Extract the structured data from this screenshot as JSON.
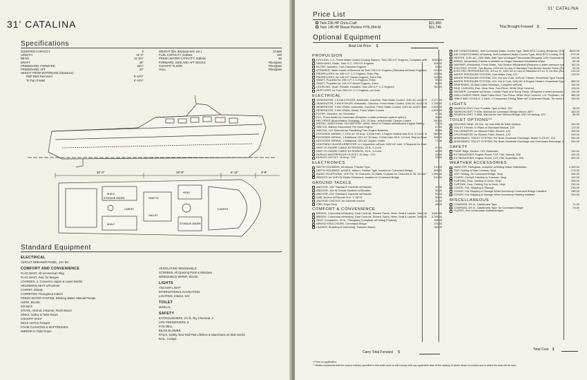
{
  "left_page": {
    "title": "31' CATALINA",
    "specs_heading": "Specifications",
    "specs_left": [
      {
        "label": "SLEEPING CAPACITY",
        "value": "6"
      },
      {
        "label": "LENGTH",
        "value": "31'-0\""
      },
      {
        "label": "BEAM",
        "value": "11'-6½\""
      },
      {
        "label": "DRAFT",
        "value": "28\""
      },
      {
        "label": "FREEBOARD, FORWARD",
        "value": "48½\""
      },
      {
        "label": "FREEBOARD, AFT",
        "value": "42\""
      },
      {
        "label": "HEIGHT FROM WATERLINE (clearance)",
        "value": ""
      },
      {
        "label": "With Mast Removed",
        "value": "8'-10½\""
      },
      {
        "label": "To Top of Mast",
        "value": "9'-10½\""
      }
    ],
    "specs_right": [
      {
        "label": "WEIGHT (lbs. displacement, est.)",
        "value": "10,980"
      },
      {
        "label": "FUEL CAPACITY, Gallons",
        "value": "150"
      },
      {
        "label": "FRESH-WATER CAPACITY, Gallons",
        "value": "50"
      },
      {
        "label": "FORWARD, SIDE AND AFT DECKS",
        "value": "Fiberglass"
      },
      {
        "label": "COCKPIT FLOOR",
        "value": "Fiberglass"
      },
      {
        "label": "HULL",
        "value": "Fiberglass"
      }
    ],
    "dims": [
      "22'-4\"",
      "10'-9\"",
      "6'-11\"",
      "2'-9\""
    ],
    "plan_labels": [
      "SHELF",
      "STORAGE UNDER",
      "DINETTE",
      "GALLEY",
      "CARPET",
      "HEAD",
      "V-BERTH",
      "STORAGE UNDER",
      "SHELF"
    ],
    "std_heading": "Standard Equipment",
    "std_col1": [
      {
        "cat": "ELECTRICAL"
      },
      {
        "item": "CIRCUIT BREAKER PANEL, 12V DC"
      },
      {
        "cat": "COMFORT AND CONVENIENCE"
      },
      {
        "item": "FLAG MAST, Aft w/American Flag"
      },
      {
        "item": "FLAG MAST, Fwd. for Burgee"
      },
      {
        "item": "LOUNGES, 2, Convert to Upper & Lower Berths"
      },
      {
        "item": "HELMSMAN SEAT w/Footrest"
      },
      {
        "item": "CARPET, Dinette"
      },
      {
        "item": "CARPETING Throughout Interior"
      },
      {
        "item": "FRESH WATER SYSTEM, Drinking Water, Manual Pumps"
      },
      {
        "item": "HORN, Electric"
      },
      {
        "item": "ICE BOX"
      },
      {
        "item": "STOVE, Alcohol, 2-Burner, Flush Mount"
      },
      {
        "item": "SINKS, Galley & Toilet Room"
      },
      {
        "item": "COCKPIT STEP"
      },
      {
        "item": "DECK HATCH forward"
      },
      {
        "item": "FOAM CUSHIONS & MATTRESSES"
      },
      {
        "item": "MIRROR in Toilet Room"
      }
    ],
    "std_col2": [
      {
        "item": "VENTILATING WINDSHIELD"
      },
      {
        "item": "SCREENS, All Opening Ports & Windows"
      },
      {
        "item": "WINDSHIELD WIPER, Electric"
      },
      {
        "cat": "LIGHTS"
      },
      {
        "item": "ANCHOR LIGHT"
      },
      {
        "item": "INTERNATIONAL NAVIGATION"
      },
      {
        "item": "LIGHTING, Interior, 12V"
      },
      {
        "cat": "TOILET"
      },
      {
        "item": "MANUAL"
      },
      {
        "cat": "SAFETY"
      },
      {
        "item": "EXTINGUISHERS, 2½ lb. Dry Chemical, 2"
      },
      {
        "item": "LIFE PRESERVERS, 6"
      },
      {
        "item": "FOG BELL"
      },
      {
        "item": "BILGE BLOWER"
      },
      {
        "item": "RAILS, Safety, Bow Rail Plus Lifelines & Stanchions on Side Decks"
      },
      {
        "item": "RAIL, Cockpit"
      }
    ]
  },
  "right_page": {
    "corner_title": "31' CATALINA",
    "price_list_heading": "Price List",
    "price_list": [
      {
        "label": "Twin 235 HP Chris-Craft",
        "price": "$21,900"
      },
      {
        "label": "Twin 145 HP Diesel Perkins HT6.354-M",
        "price": "$31,745"
      }
    ],
    "optional_heading": "Optional Equipment",
    "boat_list_price_label": "Boat List Price",
    "dollar": "$",
    "total_brought_forward_label": "Total Brought Forward",
    "carry_forward_label": "Carry Total Forward",
    "total_cost_label": "Total Cost",
    "footnote_1": "* Price on application.",
    "footnote_2": "** Dealer represents that the marine toilet(s) specified in this order does or will comply with any applicable laws of the state(s) in which dealer is located and in which the boat will be sold.",
    "col1": [
      {
        "cat": "PROPULSION"
      },
      {
        "t": "COOLING, C.C. Fresh Water Closed Cooling System, Twin 235 H.P. Engines, Complete w/Strainers and Seacocks",
        "p": "$783.00"
      },
      {
        "t": "SHIELDING, Radio, Twin C.C. 235 H.P. Engines",
        "p": "304.00"
      },
      {
        "t": "FILTER, Gasoline, Twin Gasoline Engines",
        "p": "93.00"
      },
      {
        "t": "STRAINER, Water Intake w/Seacock for Twin 235 H.P. Engines (Standard w/Diesel Engines)",
        "p": "129.00"
      },
      {
        "t": "PROPELLERS, for 235 H.P. C.C Engines, Extra Pair",
        "p": "125.00"
      },
      {
        "t": "PROPELLERS, for 145 H.P. Diesel Engines, Extra Pair",
        "p": "125.00"
      },
      {
        "t": "SHAFT, Propeller for 235 H.P. C.C Engines, Extra",
        "p": "56.00"
      },
      {
        "t": "SHAFT, Propeller for 145 H.P. Diesel Engines, Extra",
        "p": "58.00"
      },
      {
        "t": "COUPLING, Shaft, Flexible, Installed, Twin 235 H.P. C.C Engines",
        "p": "782.00"
      },
      {
        "t": "MUFFLERS, for Twin 235 H.P. C.C Engines, per boat",
        "p": "*"
      },
      {
        "cat": "ELECTRICAL"
      },
      {
        "t": "GENERATOR, 2.5 KW KOHLER, Automatic, Gasoline, Raw Water Cooled, 115V AC w/12V Starting & 1 Remote Start Station",
        "p": "2,277.00"
      },
      {
        "t": "GENERATOR, 4 KW KOHLER, Automatic, Gasoline, Fresh Water Cooled, 115V AC w/12V Starting & 1 Remote Start Station",
        "p": "2,706.00"
      },
      {
        "t": "GENERATOR, 3 KW ONAN, Automatic, Gasoline, Fresh Water Cooled, 115V AC w/12V Starting & 1 Remote Start Station",
        "p": "2,625.00"
      },
      {
        "t": "GENERATOR, 3 KW ONAN, Diesel, Fresh Water Cooled",
        "p": "2,995.00"
      },
      {
        "t": "FILTER, Gasoline, for Generator",
        "p": "47.00"
      },
      {
        "t": "FILL, Fresh Water for Generator (Requires a water pressure system option)",
        "p": "95.00"
      },
      {
        "t": "RECTIFIER (Boat Battery Charging), 12V, 20 Amp. w/Automatic Charge Control",
        "p": "250.00"
      },
      {
        "t": "INSTALL ADDITIONAL 12V BATTERY, 90AH, Wired in Parallel w/Starboard Engine Battery",
        "p": "71.00"
      },
      {
        "t": "SWITCH, Battery Disconnect, Per Each Engine",
        "p": "47.00"
      },
      {
        "t": "SWITCH, 12V Solenoid for Paralleling Twin Engine Batteries",
        "p": "95.00"
      },
      {
        "t": "DOCKSIDE WIRING, 1 115V AC 30 Amp. 3-Wire Inlet, 1 Duplex Outlets and 25 ft. 3-Cond. Ship-to-Shore Cable w/Adapter",
        "p": "385.00"
      },
      {
        "t": "DOCKSIDE WIRING, 1 Additional 115V AC 30 Amp. 3-Wire Inlet, 50 ft. 3-Cond. Ship-to-Shore Cable w/Adapter & 3-Place Selector Switch Panel",
        "p": "495.00"
      },
      {
        "t": "DOCKSIDE WIRING, 1 Additional 115V AC Duplex Outlet",
        "p": "71.00"
      },
      {
        "t": "LIGHTNING GUAGE ARRESTER, In Conjunction w/Dock 115V AC Inlet, 1 Required for Each Inlet System",
        "p": ""
      },
      {
        "t": "SHIP-TO-SHORE CABLE EXTENSION, 25 ft., 3-Cond.",
        "p": "27.00"
      },
      {
        "t": "SHIP-TO-SHORE CABLE EXTENSION, 50 ft., 3-Cond.",
        "p": "44.00"
      },
      {
        "t": "DUPLEX WATERPROOF OUTLET, 15 Amp., 12V",
        "p": "25.00"
      },
      {
        "t": "DUPLEX OUTLET, 15 Amp., 12V",
        "p": "23.00"
      },
      {
        "cat": "ELECTRONICS"
      },
      {
        "t": "DEPTH SOUNDER, 60 fathom, Flasher Type",
        "p": "170.00"
      },
      {
        "t": "DEPTH SOUNDER, w/180 ft. fathom, Flasher Type, located on Command Bridge",
        "p": "305.00"
      },
      {
        "t": "RADIO-TELEPHONE, VHF FM, 10 Channels, 25 Watts, Crystals for Channels 6, 16, 26 and Weather Monitor (Receive), Antenna",
        "p": "1,050.00"
      },
      {
        "t": "REMOTE for VHF-FM Radio-Telephone, located on Command Bridge",
        "p": "210.00"
      },
      {
        "cat": "GROUND TACKLE"
      },
      {
        "t": "ANCHOR, 13# \"Standard\" Danforth w/Shackle",
        "p": "31.00"
      },
      {
        "t": "ANCHOR, 12# Hi-Tensile Danforth w/Shackle",
        "p": "45.00"
      },
      {
        "t": "ANCHOR, 22# \"Standard\" Danforth w/Shackle",
        "p": "54.00"
      },
      {
        "t": "LINE, Anchor w/Thimble ½ in. X 150 ft.",
        "p": "50.00"
      },
      {
        "t": "ANCHOR CHOCKS, for Danforth Anchor",
        "p": "32.00"
      },
      {
        "t": "PIPE, Rope Deck",
        "p": "48.00"
      },
      {
        "cat": "COMFORT & CONVENIENCE"
      },
      {
        "t": "BRIDGE, Command w/Hardtop, Dual Controls, Electric Tachs, Helm. Seat & Ladder, Twin 145 H.P. Diesel Engines",
        "p": "3,690.00"
      },
      {
        "t": "BRIDGE, Command w/Hardtop, Dual Controls, Electric Tachs, Helm. Seat & Ladder, Twin 235 H.P. Engines",
        "p": "3,706.00"
      },
      {
        "t": "SEAT, Companion, 22 in., Fiberglass (Complete w/Folding Footrest)",
        "p": "155.00"
      },
      {
        "t": "BRIDGE ENCLOSURE, Command Bridge",
        "p": "175.00"
      },
      {
        "t": "LADDER, Boarding & Swimming, Transom Mount",
        "p": "145.00"
      }
    ],
    "col2": [
      {
        "t": "AIR CONDITIONING, Self-Contained Water-Cooled Type, 6500 BTU Cooling (Requires 115V Dockside Wiring and/or Generator Option)",
        "p": "$615.00"
      },
      {
        "t": "AIR CONDITIONING w/Heating, Self-Contained Water-Cooled Type, 6500 BTU Cooling, 5700 BTU Heating (Requires 115V Dockside Wiring and/or Generator Option)",
        "p": "670.00"
      },
      {
        "t": "HEATER, 115V AC, 1300 Watt, Wall Type w/Integral Thermostat (Requires 115V Dockside Wiring and/or Generator Option)",
        "p": "125.00"
      },
      {
        "t": "WIPER, Windshield, Electric in Addition to Single Standard Windshield Wiper",
        "p": "80.00"
      },
      {
        "t": "WASHER, Windshield, Fresh Water, Two Section Windshield (Requires a water pressure system option)",
        "p": "152.00"
      },
      {
        "t": "ELECTRIC STOVE, Two Burner, 115V AC In Lieu of Standard Two-Burner Alcohol Stove (Requires 115V Dockside Wiring and/or Generator Option)",
        "p": "52.00"
      },
      {
        "t": "ELECTRIC REFRIGERATOR, 4.5 cu. ft., 115V AC in Lieu of Standard 4.5 cu. ft. Ice Box (Requires 115V Dockside Wiring and/or Generator Option)",
        "p": "215.00"
      },
      {
        "t": "WATER PRESSURE SYSTEM, Cold Water Only, 12V",
        "p": "175.00"
      },
      {
        "t": "WATER PRESSURE SYSTEM, 12V, Hot and Cold, 115V AC Heater, Household Type Faucets, (Requires 115V Dockside Wiring and/or Generator Option)",
        "p": ""
      },
      {
        "t": "WATER PRESSURE SYSTEM, 12V, Hot & Cold, 115V AC & Engine Heated, Household Type Faucets (Requires 115V Dockside Wiring and/or Generator Option)",
        "p": "665.00"
      },
      {
        "t": "DRAPERIES, All Side Cabin Windows, Complete w/Rods",
        "p": "150.00"
      },
      {
        "t": "SEAT CUSHION, Fwd. Deck Seat, Two-Piece, White Vinyl Covered",
        "p": "133.00"
      },
      {
        "t": "SHOWER, Complete w/Curtain, Curtain Track and Sump Pump. (Requires a water pressure system option)",
        "p": "190.00"
      },
      {
        "t": "SUN-LOUNGE PADS, Main Cabin Roof, Two Piece, White Vinyl Covered, 1 in. Polyfoam, Complete w/Tie-Down Hardware",
        "p": "365.00"
      },
      {
        "t": "TABLE AND STOOLS, 1 Table, 2 Companion Dining Table w/2 Cushioned Stools, Tie-down Hardware for Table",
        "p": "345.00"
      },
      {
        "cat": "LIGHTS"
      },
      {
        "t": "SEARCHLIGHT, Fwd. Portable Type w/Jack, 12V",
        "p": "38.00"
      },
      {
        "t": "SEARCHLIGHT, ½ Mile, Manual for Command Bridge Mount, #877",
        "p": "163.00"
      },
      {
        "t": "SEARCHLIGHT, ½ Mile, Manual for Use Without Bridge, WD-14 hauling, 12V",
        "p": "85.00"
      },
      {
        "cat": "TOILET OPTIONS**"
      },
      {
        "t": "HOLDING TANK, 26 Gal., for Use With All Toilet Options",
        "p": "410.00"
      },
      {
        "t": "TOILET, Electric, In Place of Standard Manual, 12V",
        "p": "175.00"
      },
      {
        "t": "CHLORINATOR, for Manual Toilet, Electric, 12V",
        "p": "425.00"
      },
      {
        "t": "CHLORINATOR, for Electric Toilet, Electric, 12V",
        "p": "243.00"
      },
      {
        "t": "MONOMATIC TOILET SYSTEM, Per Boat, Dockside Discharge, Model 3-1/3 NY, 12V",
        "p": "390.00"
      },
      {
        "t": "MONOMATIC TOILET SYSTEM, Per Boat, Dockside Discharge and Overboard Discharge, Model 3-1/3 NY, 12V",
        "p": "540.00"
      },
      {
        "cat": "SAFETY"
      },
      {
        "t": "PUMP, Bilge, Electric, 12V, Automatic",
        "p": "130.00"
      },
      {
        "t": "EXTINGUISHER, Engine Room, CO², Fire, Manual, 20#",
        "p": "420.00"
      },
      {
        "t": "EXTINGUISHER, Engine Room, CO², Fire, Automatic, 20#",
        "p": "600.00"
      },
      {
        "cat": "WEATHER ACCESSORIES"
      },
      {
        "t": "HARDTOP, Fiberglass, complete w/Sliding Glass Sideshields",
        "p": "1,190.00"
      },
      {
        "t": "TOP, Folding w/Side Curtains, Vinyl",
        "p": "275.00"
      },
      {
        "t": "TOP, Folding, for Command Bridge, Vinyl",
        "p": "205.00"
      },
      {
        "t": "COVER, Cockpit, Hardtop to Transom, Vinyl",
        "p": "140.00"
      },
      {
        "t": "CURTAIN, Drop, Hardtop to Deck, Vinyl",
        "p": "205.00"
      },
      {
        "t": "CURTAIN, Drop, Folding Top to Deck, Vinyl",
        "p": "230.00"
      },
      {
        "t": "COVER, Full, Shipping & Storage",
        "p": "235.00"
      },
      {
        "t": "COVER, Full Shipping & Storage When Accessory Command Bridge Installed",
        "p": "255.00"
      },
      {
        "t": "COVER, Full Shipping & Storage When Accessory Hardtop Installed",
        "p": "330.00"
      },
      {
        "cat": "MISCELLANEOUS"
      },
      {
        "t": "COMPASS, 3½ in., Dashboard Type",
        "p": "71.00"
      },
      {
        "t": "COMPASS, 3½ in., Dashboard Type, for Command Bridge",
        "p": "73.00"
      },
      {
        "t": "PLATES, Zinc Underwater Antielectrolysis",
        "p": "*"
      }
    ]
  }
}
